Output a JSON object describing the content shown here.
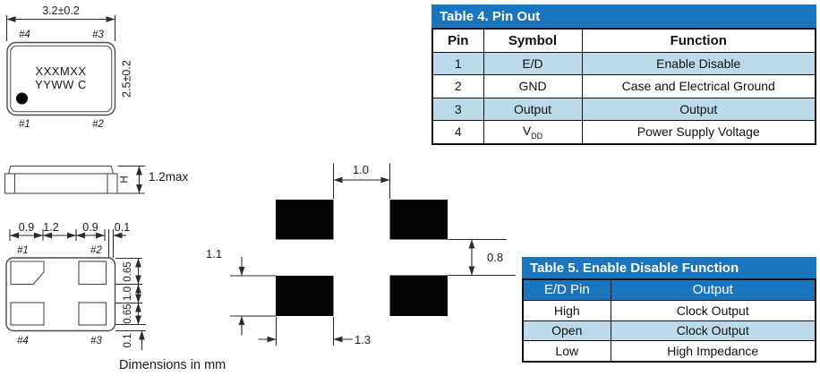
{
  "colors": {
    "header_blue": "#1B75BC",
    "row_light_blue": "#BCDAE9",
    "pad_black": "#000000",
    "line": "#2b2b2b"
  },
  "top_view": {
    "width_dim": "3.2±0.2",
    "height_dim": "2.5±0.2",
    "marking_line1": "XXXMXX",
    "marking_line2": "YYWW C",
    "pins": {
      "top_left": "#4",
      "top_right": "#3",
      "bottom_left": "#1",
      "bottom_right": "#2"
    }
  },
  "side_view": {
    "height_symbol": "H",
    "height_dim": "1.2max"
  },
  "bottom_view": {
    "top_dims": [
      "0.9",
      "1.2",
      "0.9",
      "0.1"
    ],
    "right_dims": [
      "0.65",
      "1.0",
      "0.65",
      "0.1"
    ],
    "pins": {
      "top_left": "#1",
      "top_right": "#2",
      "bottom_left": "#4",
      "bottom_right": "#3"
    },
    "note": "Dimensions in mm"
  },
  "land_pattern": {
    "horizontal_gap": "1.0",
    "pad_height": "1.1",
    "vertical_gap": "0.8",
    "pad_width": "1.3"
  },
  "table4": {
    "title": "Table 4. Pin Out",
    "headers": [
      "Pin",
      "Symbol",
      "Function"
    ],
    "rows": [
      {
        "pin": "1",
        "symbol": "E/D",
        "function": "Enable Disable"
      },
      {
        "pin": "2",
        "symbol": "GND",
        "function": "Case and Electrical Ground"
      },
      {
        "pin": "3",
        "symbol": "Output",
        "function": "Output"
      },
      {
        "pin": "4",
        "symbol": "V",
        "symbol_sub": "DD",
        "function": "Power Supply Voltage"
      }
    ]
  },
  "table5": {
    "title": "Table 5. Enable Disable Function",
    "headers": [
      "E/D Pin",
      "Output"
    ],
    "rows": [
      {
        "ed": "High",
        "output": "Clock Output"
      },
      {
        "ed": "Open",
        "output": "Clock Output"
      },
      {
        "ed": "Low",
        "output": "High Impedance"
      }
    ]
  }
}
